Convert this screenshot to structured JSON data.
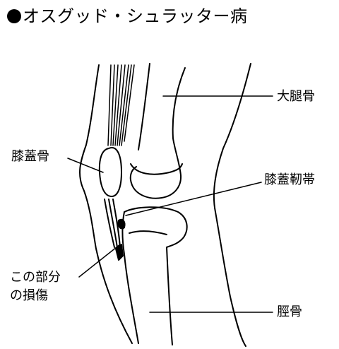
{
  "title": "オスグッド・シュラッター病",
  "labels": {
    "femur": "大腿骨",
    "patella": "膝蓋骨",
    "patellar_ligament": "膝蓋靭帯",
    "damage_line1": "この部分",
    "damage_line2": "の損傷",
    "tibia": "脛骨"
  },
  "colors": {
    "ink": "#000000",
    "background": "#ffffff"
  }
}
